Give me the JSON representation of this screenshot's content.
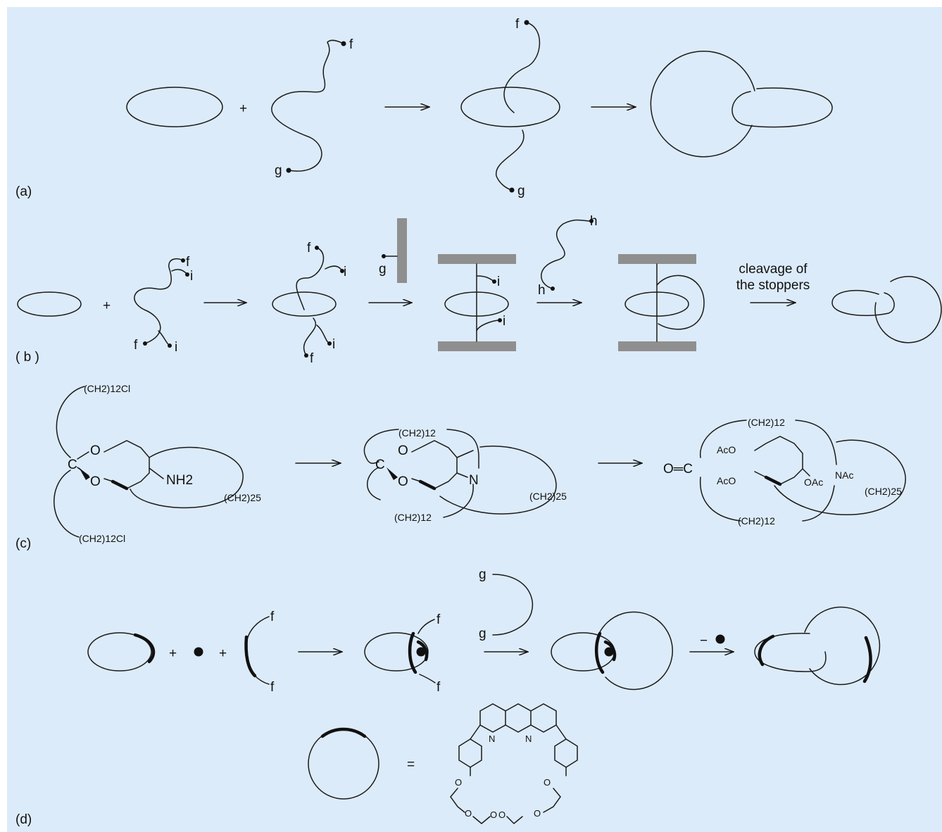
{
  "panels": {
    "a": {
      "label": "(a)",
      "end_f": "f",
      "end_g": "g"
    },
    "b": {
      "label": "( b )",
      "f": "f",
      "i": "i",
      "g": "g",
      "h": "h",
      "cleavage_line1": "cleavage of",
      "cleavage_line2": "the stoppers"
    },
    "c": {
      "label": "(c)",
      "chain12cl": "(CH2)12Cl",
      "chain12": "(CH2)12",
      "chain25": "(CH2)25",
      "c_atom": "C",
      "o_atom": "O",
      "nh2": "NH2",
      "n_atom": "N",
      "ketone": "O═C",
      "aco": "AcO",
      "oac": "OAc",
      "nac": "NAc"
    },
    "d": {
      "label": "(d)",
      "f": "f",
      "g": "g",
      "plus": "+",
      "minus_metal": "−",
      "equals": "=",
      "n_atom": "N",
      "o_atom": "O"
    }
  },
  "symbols": {
    "plus": "+",
    "arrow": "long-right-arrow"
  },
  "colors": {
    "background": "#dcebf9",
    "stopper": "#8f8f8f",
    "ink": "#111111"
  }
}
